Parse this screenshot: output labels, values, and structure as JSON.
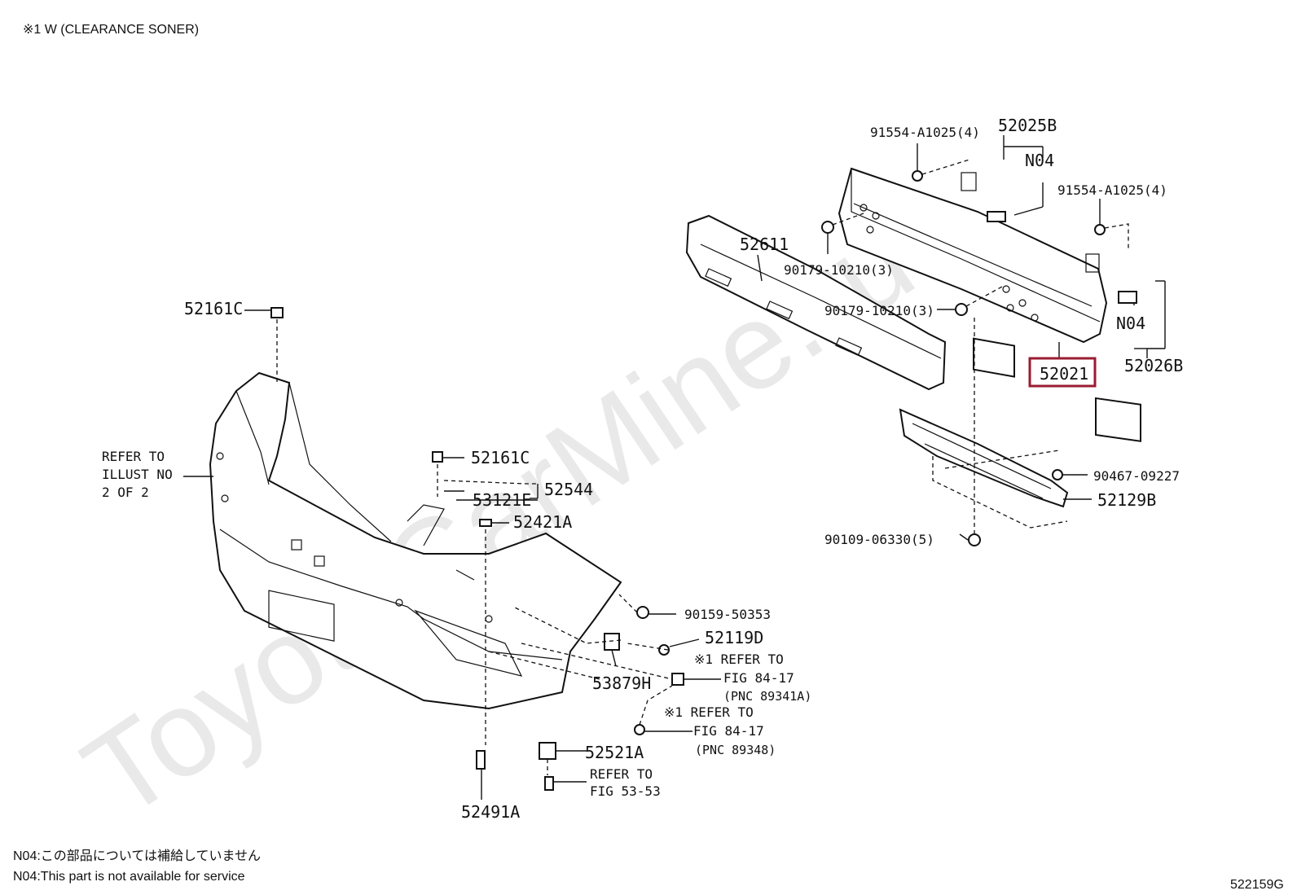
{
  "header_note": "※1 W (CLEARANCE SONER)",
  "watermark": "ToyotaCarMine.ru",
  "footer_notes": [
    "N04:この部品については補給していません",
    "N04:This part is not available for service"
  ],
  "figure_code": "522159G",
  "highlighted_part": "52021",
  "highlight_color": "#9b1b30",
  "parts": {
    "p91554_top": "91554-A1025(4)",
    "p52025B": "52025B",
    "pN04_top": "N04",
    "p91554_right": "91554-A1025(4)",
    "p52611": "52611",
    "p90179_a": "90179-10210(3)",
    "p90179_b": "90179-10210(3)",
    "pN04_right": "N04",
    "p52021": "52021",
    "p52026B": "52026B",
    "p90467": "90467-09227",
    "p52129B": "52129B",
    "p90109": "90109-06330(5)",
    "p52161C_top": "52161C",
    "p52161C_mid": "52161C",
    "p52544": "52544",
    "p53121E": "53121E",
    "p52421A": "52421A",
    "p90159": "90159-50353",
    "p52119D": "52119D",
    "p53879H": "53879H",
    "p52521A": "52521A",
    "p52491A": "52491A"
  },
  "refer_illust": [
    "REFER TO",
    "ILLUST NO",
    "2 OF 2"
  ],
  "refer_fig_8417_a": [
    "※1 REFER TO",
    "FIG 84-17",
    "(PNC 89341A)"
  ],
  "refer_fig_8417_b": [
    "※1 REFER TO",
    "FIG 84-17",
    "(PNC 89348)"
  ],
  "refer_fig_5353": [
    "REFER TO",
    "FIG 53-53"
  ]
}
